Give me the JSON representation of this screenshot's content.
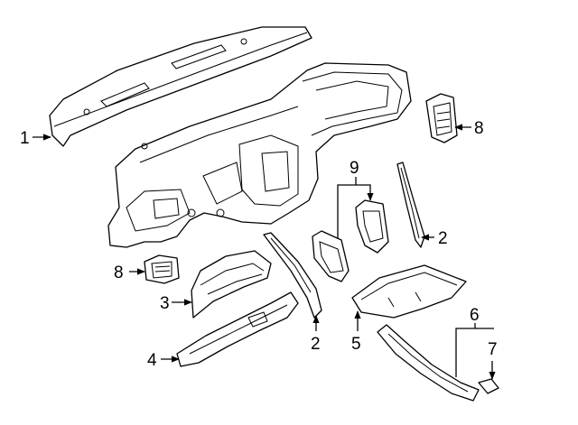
{
  "callouts": {
    "c1": "1",
    "c2a": "2",
    "c2b": "2",
    "c3": "3",
    "c4": "4",
    "c5": "5",
    "c6": "6",
    "c7": "7",
    "c8a": "8",
    "c8b": "8",
    "c9": "9"
  }
}
